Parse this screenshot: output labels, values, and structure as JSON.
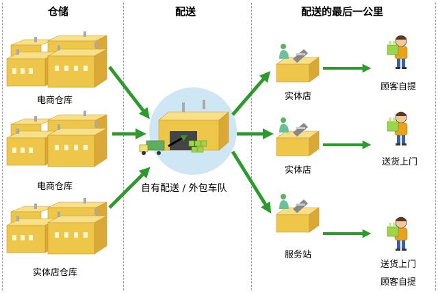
{
  "headers": {
    "storage": "仓储",
    "delivery": "配送",
    "last_mile": "配送的最后一公里"
  },
  "warehouses": [
    {
      "label": "电商仓库"
    },
    {
      "label": "电商仓库"
    },
    {
      "label": "实体店仓库"
    }
  ],
  "hub": {
    "label": "自有配送 / 外包车队"
  },
  "outlets": [
    {
      "label": "实体店",
      "service": [
        "顾客自提"
      ]
    },
    {
      "label": "实体店",
      "service": [
        "送货上门"
      ]
    },
    {
      "label": "服务站",
      "service": [
        "送货上门",
        "顾客自提"
      ]
    }
  ],
  "colors": {
    "arrow": "#2e9a2e",
    "building_top": "#f8e08a",
    "building_front": "#edc64a",
    "building_side": "#d9a836",
    "hub_circle": "#cfe6f4",
    "shirt": "#e9a21c",
    "box_green": "#9cd44a"
  }
}
